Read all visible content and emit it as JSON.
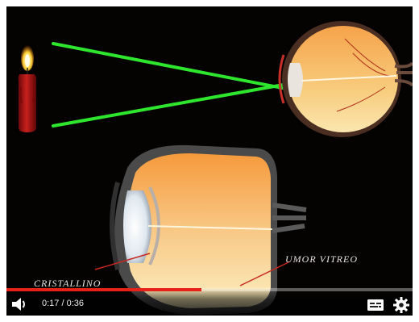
{
  "video": {
    "labels": {
      "cristallino": "CRISTALLINO",
      "umor_vitreo": "UMOR VITREO"
    }
  },
  "player": {
    "current_time": "0:17",
    "duration": "0:36",
    "time_display": "0:17 / 0:36",
    "progress_fraction": 0.48,
    "progress_color": "#e62117",
    "icons": {
      "volume": "volume-icon",
      "captions": "captions-icon",
      "settings": "gear-icon"
    }
  },
  "colors": {
    "background": "#050302",
    "beam": "#2ee62e",
    "candle": "#b01818",
    "vitreous": "#f2c48a"
  }
}
